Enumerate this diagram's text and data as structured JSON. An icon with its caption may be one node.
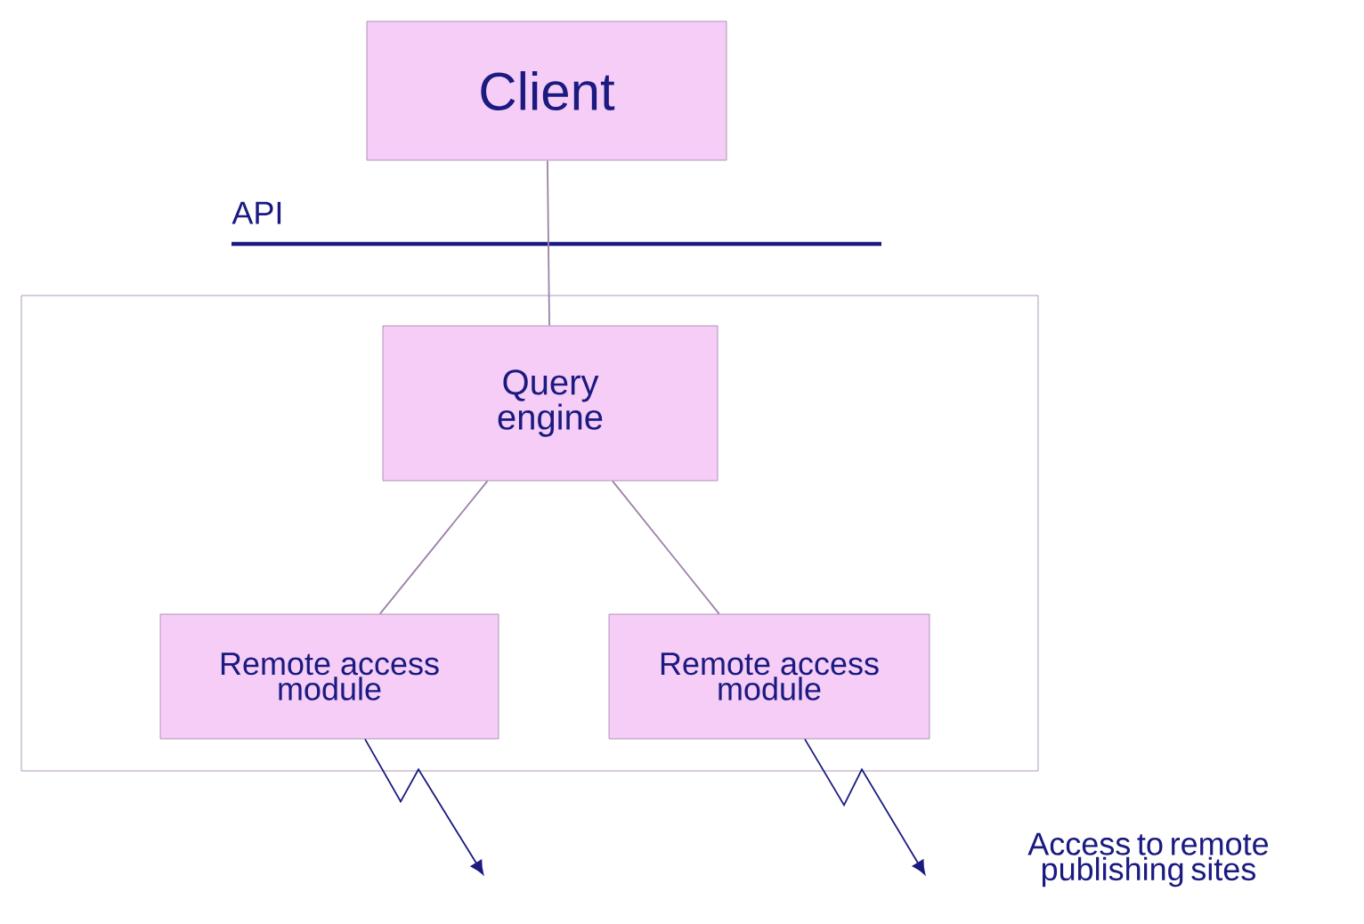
{
  "diagram": {
    "nodes": [
      {
        "text": [
          "Client"
        ]
      },
      {
        "text": [],
        "shape": "box"
      },
      {
        "text": [
          "Query engine"
        ],
        "in": 1
      },
      {
        "text": [
          "Remote access module"
        ],
        "in": 1
      },
      {
        "text": [
          "Remote access module"
        ],
        "in": 1
      }
    ],
    "edges": [
      {
        "from": 0,
        "to": 2,
        "arrow": "none"
      },
      {
        "from": 2,
        "to": 3,
        "arrow": "none"
      },
      {
        "from": 2,
        "to": 4,
        "arrow": "none"
      },
      {
        "from": 3,
        "to": null,
        "arrow": "to",
        "color": "#1a1a80"
      },
      {
        "from": 4,
        "to": null,
        "arrow": "to",
        "color": "#1a1a80"
      }
    ],
    "labels": [
      "API",
      "Access to remote publishing sites"
    ]
  }
}
